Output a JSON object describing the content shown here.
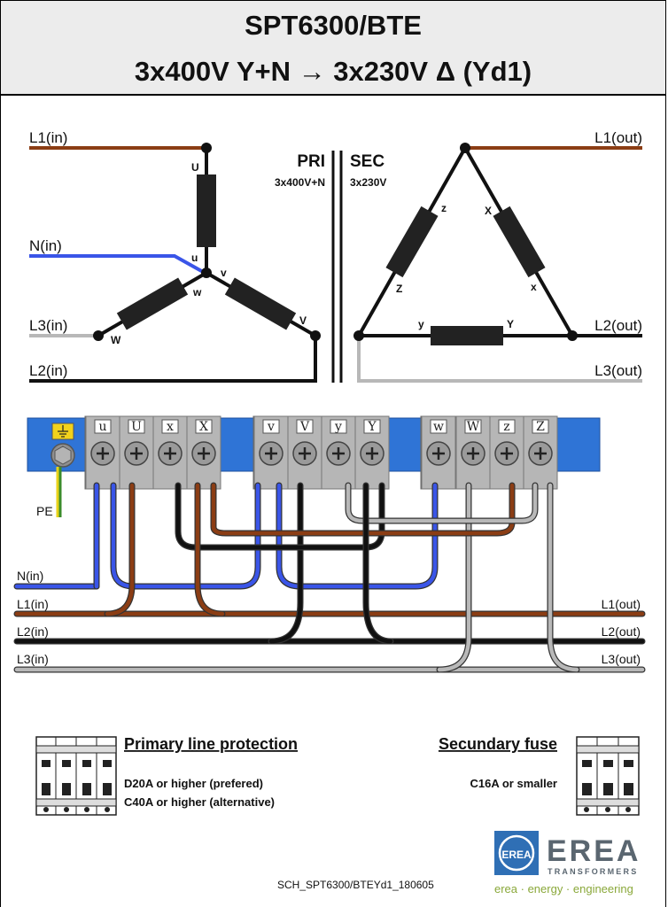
{
  "header": {
    "title": "SPT6300/BTE",
    "subtitle": "3x400V Y+N → 3x230V Δ  (Yd1)"
  },
  "schematic": {
    "primary": {
      "label": "PRI",
      "voltage": "3x400V+N",
      "inputs": [
        "L1(in)",
        "N(in)",
        "L3(in)",
        "L2(in)"
      ],
      "winding_ends": [
        "U",
        "u",
        "v",
        "w",
        "W",
        "V"
      ]
    },
    "secondary": {
      "label": "SEC",
      "voltage": "3x230V",
      "outputs": [
        "L1(out)",
        "L2(out)",
        "L3(out)"
      ],
      "winding_ends": [
        "z",
        "X",
        "Z",
        "x",
        "y",
        "Y"
      ]
    }
  },
  "terminal_block": {
    "pe_label": "PE",
    "terminals": [
      "u",
      "U",
      "x",
      "X",
      "v",
      "V",
      "y",
      "Y",
      "w",
      "W",
      "z",
      "Z"
    ]
  },
  "wiring": {
    "inputs": [
      "N(in)",
      "L1(in)",
      "L2(in)",
      "L3(in)"
    ],
    "outputs": [
      "L1(out)",
      "L2(out)",
      "L3(out)"
    ]
  },
  "colors": {
    "brown": "#8b3d14",
    "blue": "#3a55e8",
    "black": "#111111",
    "grey": "#b8b8b8",
    "rail": "#2f74d6",
    "green": "#3c8c2a"
  },
  "protection": {
    "primary_title": "Primary line protection",
    "primary_line1": "D20A or higher (prefered)",
    "primary_line2": "C40A or higher (alternative)",
    "secondary_title": "Secundary fuse",
    "secondary_line1": "C16A or smaller"
  },
  "footer": {
    "doc_code": "SCH_SPT6300/BTEYd1_180605",
    "brand": "EREA",
    "brand_sub": "TRANSFORMERS",
    "tagline": "erea · energy · engineering",
    "logo_icon": "erea-logo-icon"
  }
}
